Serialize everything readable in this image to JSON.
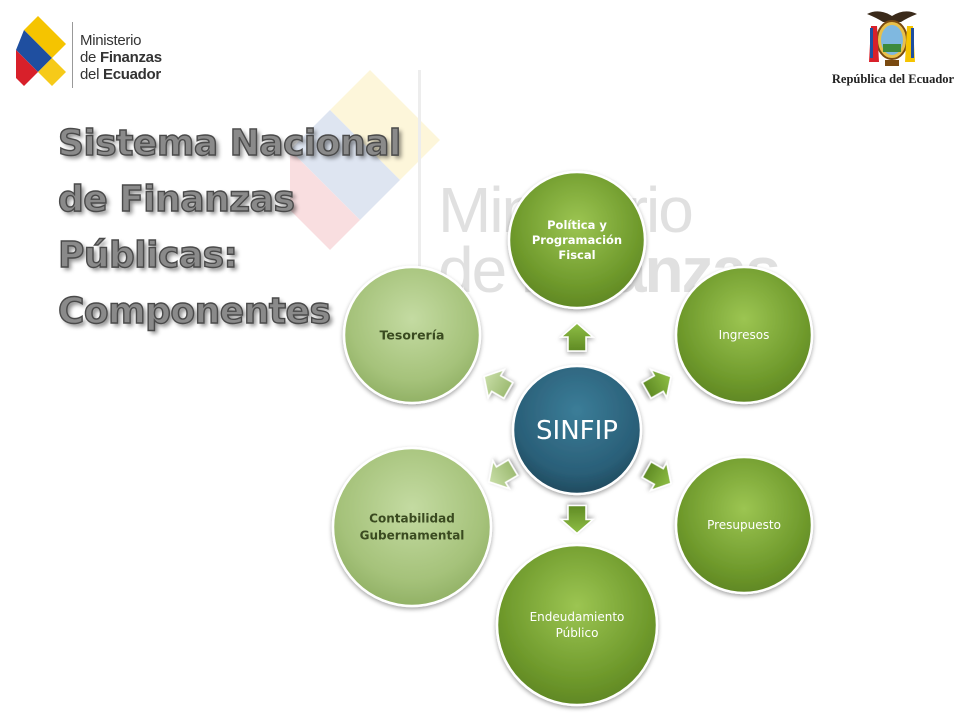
{
  "logo": {
    "line1": "Ministerio",
    "line2_prefix": "de ",
    "line2_bold": "Finanzas",
    "line3_prefix": "del ",
    "line3_bold": "Ecuador"
  },
  "seal": {
    "caption": "República del Ecuador"
  },
  "title": {
    "line1": "Sistema Nacional",
    "line2": "de Finanzas",
    "line3": "Públicas:",
    "line4": "Componentes"
  },
  "diagram": {
    "center": "SINFIP",
    "nodes": [
      {
        "id": "politica",
        "lines": [
          "Política y",
          "Programación",
          "Fiscal"
        ]
      },
      {
        "id": "ingresos",
        "lines": [
          "Ingresos"
        ]
      },
      {
        "id": "presupuesto",
        "lines": [
          "Presupuesto"
        ]
      },
      {
        "id": "endeudamiento",
        "lines": [
          "Endeudamiento",
          "Público"
        ]
      },
      {
        "id": "contabilidad",
        "lines": [
          "Contabilidad",
          "Gubernamental"
        ]
      },
      {
        "id": "tesoreria",
        "lines": [
          "Tesorería"
        ]
      }
    ],
    "colors": {
      "center": "#2a5f78",
      "green_dark": "#6f9a2c",
      "green_light": "#a5c27a"
    }
  }
}
